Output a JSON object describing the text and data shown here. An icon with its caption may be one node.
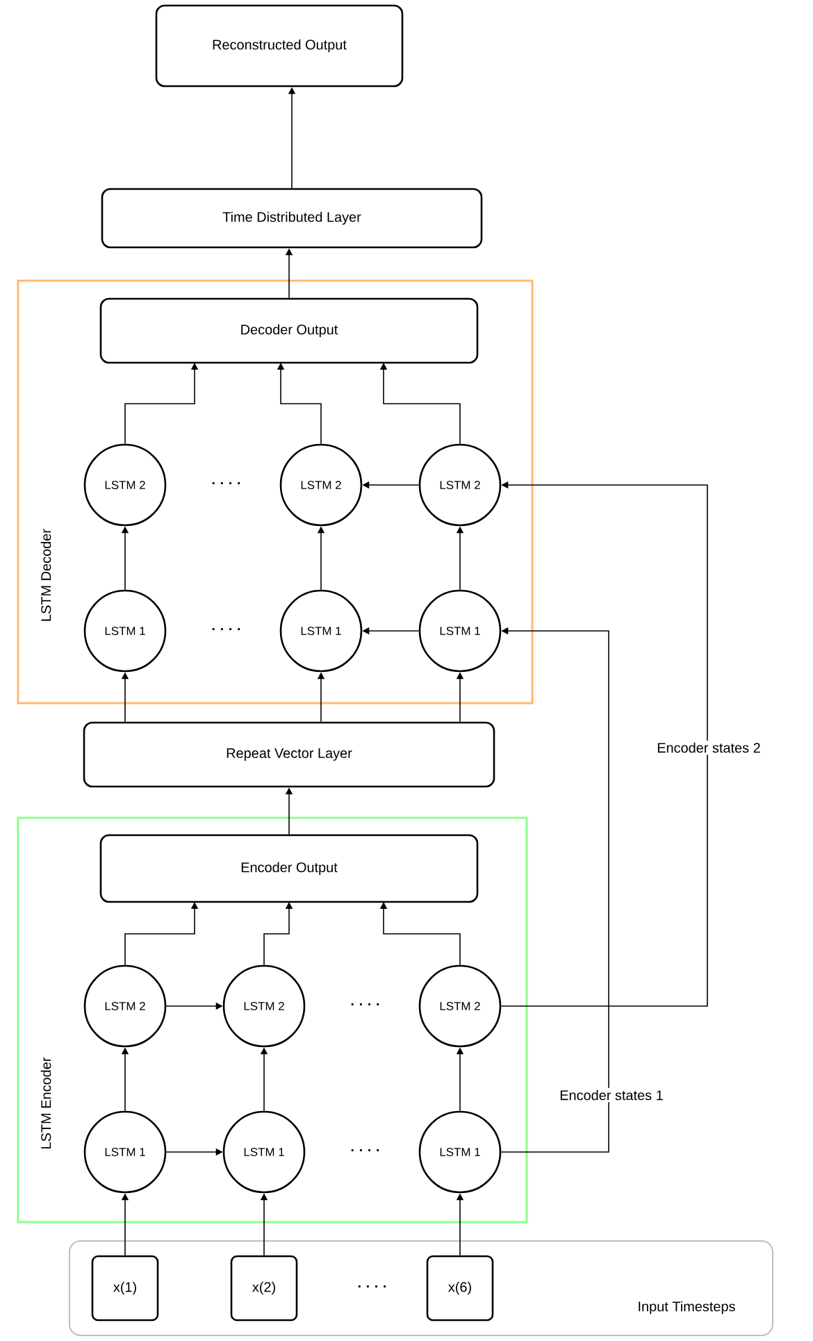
{
  "diagram": {
    "nodes": [
      {
        "text": [
          "Reconstructed Output"
        ]
      },
      {
        "text": [
          "Time Distributed Layer"
        ]
      },
      {
        "text": [
          "LSTM Decoder"
        ]
      },
      {
        "text": [
          "Decoder Output"
        ],
        "in": 2
      },
      {
        "text": [
          "LSTM 2"
        ],
        "in": 2
      },
      {
        "text": [
          "LSTM 2"
        ],
        "in": 2
      },
      {
        "text": [
          "LSTM 2"
        ],
        "in": 2
      },
      {
        "text": [
          "LSTM 1"
        ],
        "in": 2
      },
      {
        "text": [
          "LSTM 1"
        ],
        "in": 2
      },
      {
        "text": [
          "LSTM 1"
        ],
        "in": 2
      },
      {
        "text": [
          "Repeat Vector Layer"
        ]
      },
      {
        "text": [
          "LSTM Encoder"
        ]
      },
      {
        "text": [
          "Encoder Output"
        ],
        "in": 11
      },
      {
        "text": [
          "LSTM 2"
        ],
        "in": 11
      },
      {
        "text": [
          "LSTM 2"
        ],
        "in": 11
      },
      {
        "text": [
          "LSTM 2"
        ],
        "in": 11
      },
      {
        "text": [
          "LSTM 1"
        ],
        "in": 11
      },
      {
        "text": [
          "LSTM 1"
        ],
        "in": 11
      },
      {
        "text": [
          "LSTM 1"
        ],
        "in": 11
      },
      {
        "text": [
          "Input Timesteps"
        ]
      },
      {
        "text": [
          "x(1)"
        ],
        "in": 19
      },
      {
        "text": [
          "x(2)"
        ],
        "in": 19
      },
      {
        "text": [
          "x(6)"
        ],
        "in": 19
      }
    ],
    "edges": [
      {
        "from": 1,
        "to": 0,
        "arrow": "to"
      },
      {
        "from": 3,
        "to": 1,
        "arrow": "to"
      },
      {
        "from": 4,
        "to": 3,
        "arrow": "to"
      },
      {
        "from": 5,
        "to": 3,
        "arrow": "to"
      },
      {
        "from": 6,
        "to": 3,
        "arrow": "to"
      },
      {
        "from": 6,
        "to": 5,
        "arrow": "to"
      },
      {
        "from": 7,
        "to": 4,
        "arrow": "to"
      },
      {
        "from": 8,
        "to": 5,
        "arrow": "to"
      },
      {
        "from": 9,
        "to": 6,
        "arrow": "to"
      },
      {
        "from": 9,
        "to": 8,
        "arrow": "to"
      },
      {
        "from": 10,
        "to": 7,
        "arrow": "to"
      },
      {
        "from": 10,
        "to": 8,
        "arrow": "to"
      },
      {
        "from": 10,
        "to": 9,
        "arrow": "to"
      },
      {
        "from": 12,
        "to": 10,
        "arrow": "to"
      },
      {
        "from": 13,
        "to": 12,
        "arrow": "to"
      },
      {
        "from": 14,
        "to": 12,
        "arrow": "to"
      },
      {
        "from": 15,
        "to": 12,
        "arrow": "to"
      },
      {
        "from": 13,
        "to": 14,
        "arrow": "to"
      },
      {
        "from": 16,
        "to": 13,
        "arrow": "to"
      },
      {
        "from": 17,
        "to": 14,
        "arrow": "to"
      },
      {
        "from": 18,
        "to": 15,
        "arrow": "to"
      },
      {
        "from": 16,
        "to": 17,
        "arrow": "to"
      },
      {
        "from": 20,
        "to": 16,
        "arrow": "to"
      },
      {
        "from": 21,
        "to": 17,
        "arrow": "to"
      },
      {
        "from": 22,
        "to": 18,
        "arrow": "to"
      },
      {
        "from": 15,
        "to": 6,
        "arrow": "to",
        "label": "Encoder states 2"
      },
      {
        "from": 18,
        "to": 9,
        "arrow": "to",
        "label": "Encoder states 1"
      }
    ],
    "labels": [
      "· · · ·",
      "· · · ·",
      "· · · ·",
      "· · · ·",
      "· · · ·"
    ]
  }
}
